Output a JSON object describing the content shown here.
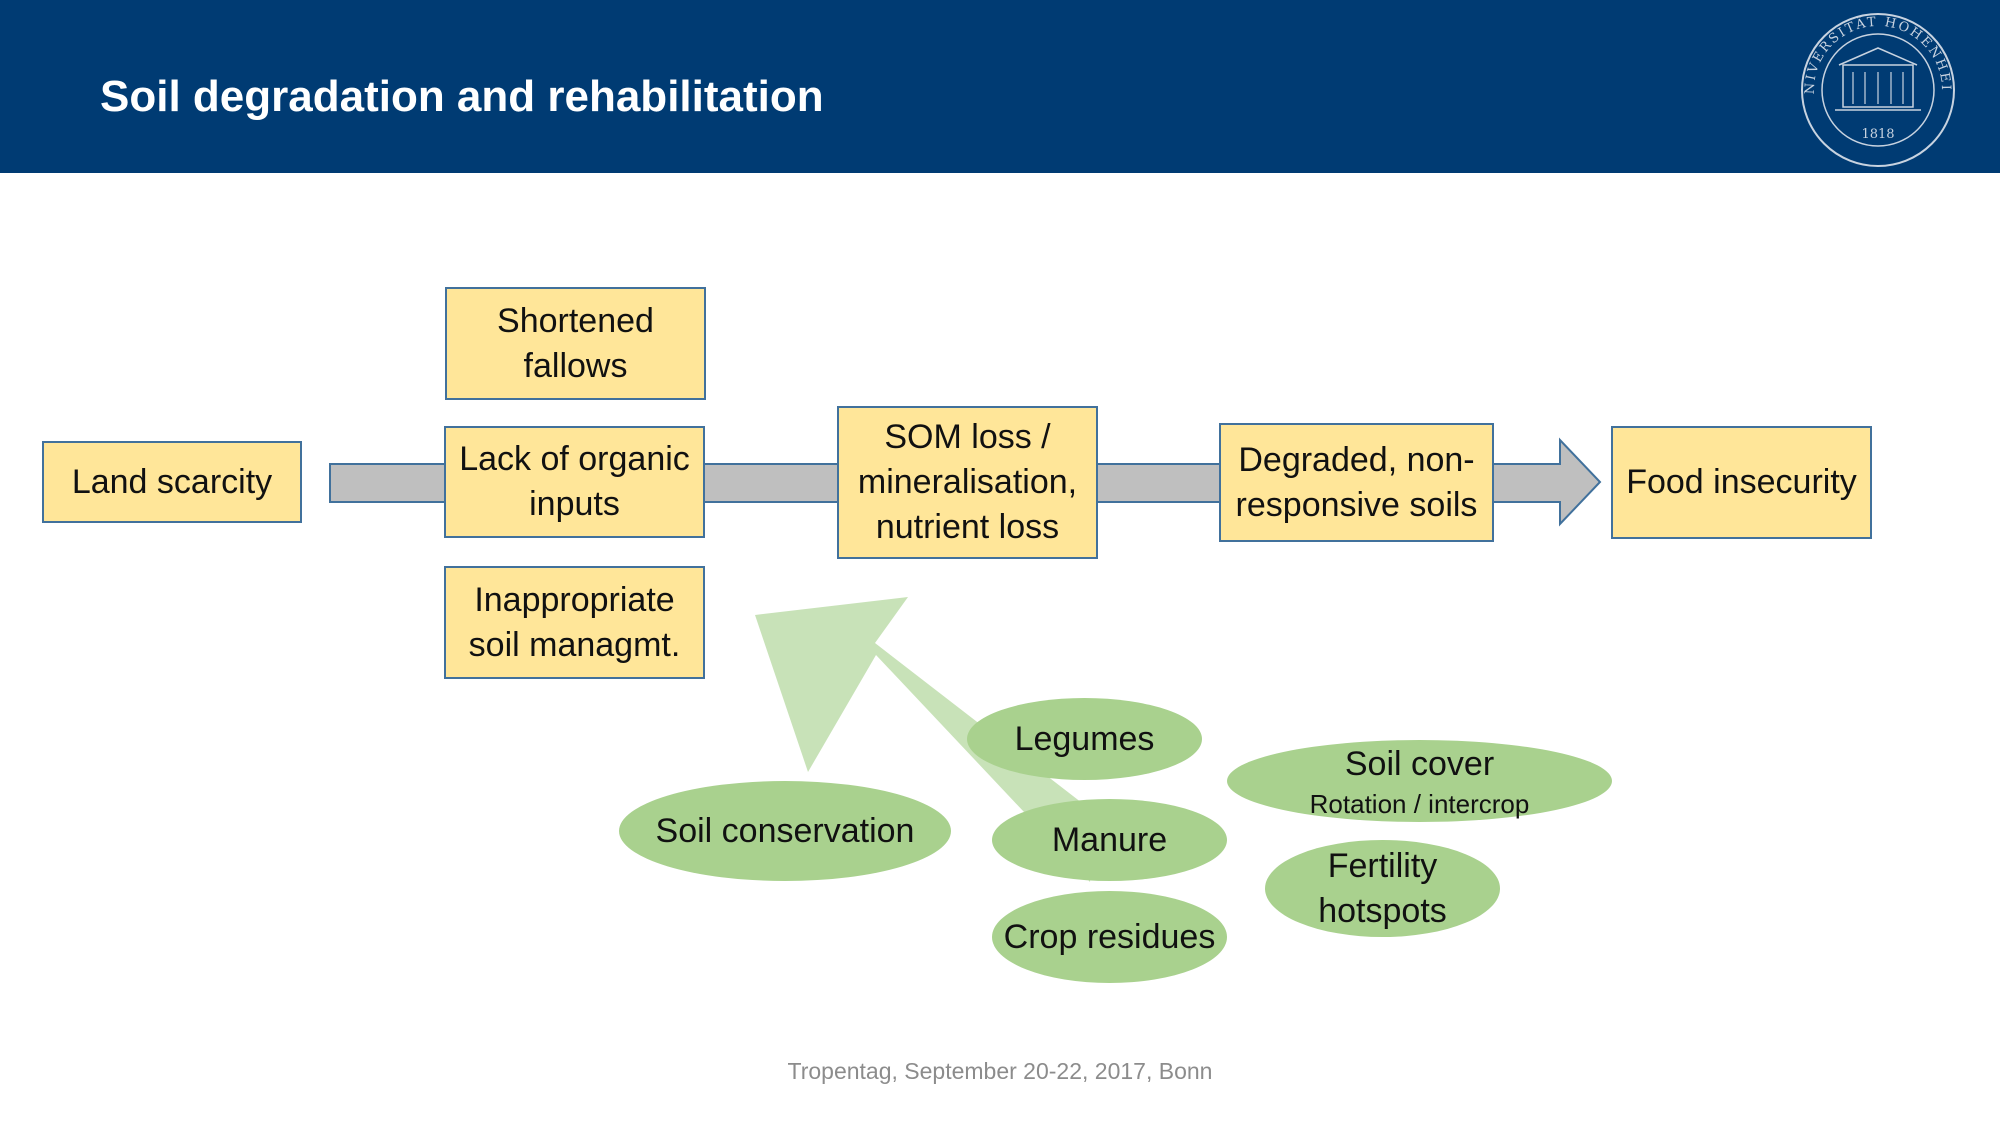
{
  "slide": {
    "title": "Soil degradation and rehabilitation",
    "footer": "Tropentag, September 20-22, 2017, Bonn",
    "logo": {
      "name": "university-seal",
      "ring_text": "UNIVERSITÄT HOHENHEIM",
      "year": "1818"
    }
  },
  "colors": {
    "header": "#003b73",
    "box_fill": "#ffe699",
    "box_border": "#41719c",
    "arrow": "#bfbfbf",
    "arrow_border": "#41719c",
    "oval_fill": "#a9d18e",
    "rehab_arrow": "#c5e0b4",
    "footer_text": "#8c8c8c"
  },
  "diagram": {
    "causes": {
      "land_scarcity": "Land scarcity",
      "shortened_fallows": "Shortened fallows",
      "lack_organic_inputs": "Lack of organic inputs",
      "inappropriate_management": "Inappropriate soil managmt."
    },
    "chain": {
      "som_loss": "SOM loss / mineralisation, nutrient loss",
      "degraded_soils": "Degraded, non-responsive soils",
      "food_insecurity": "Food insecurity"
    },
    "rehabilitation": {
      "soil_conservation": "Soil conservation",
      "legumes": "Legumes",
      "manure": "Manure",
      "crop_residues": "Crop residues",
      "soil_cover": "Soil cover",
      "soil_cover_sub": "Rotation / intercrop",
      "fertility_hotspots": "Fertility hotspots"
    }
  }
}
